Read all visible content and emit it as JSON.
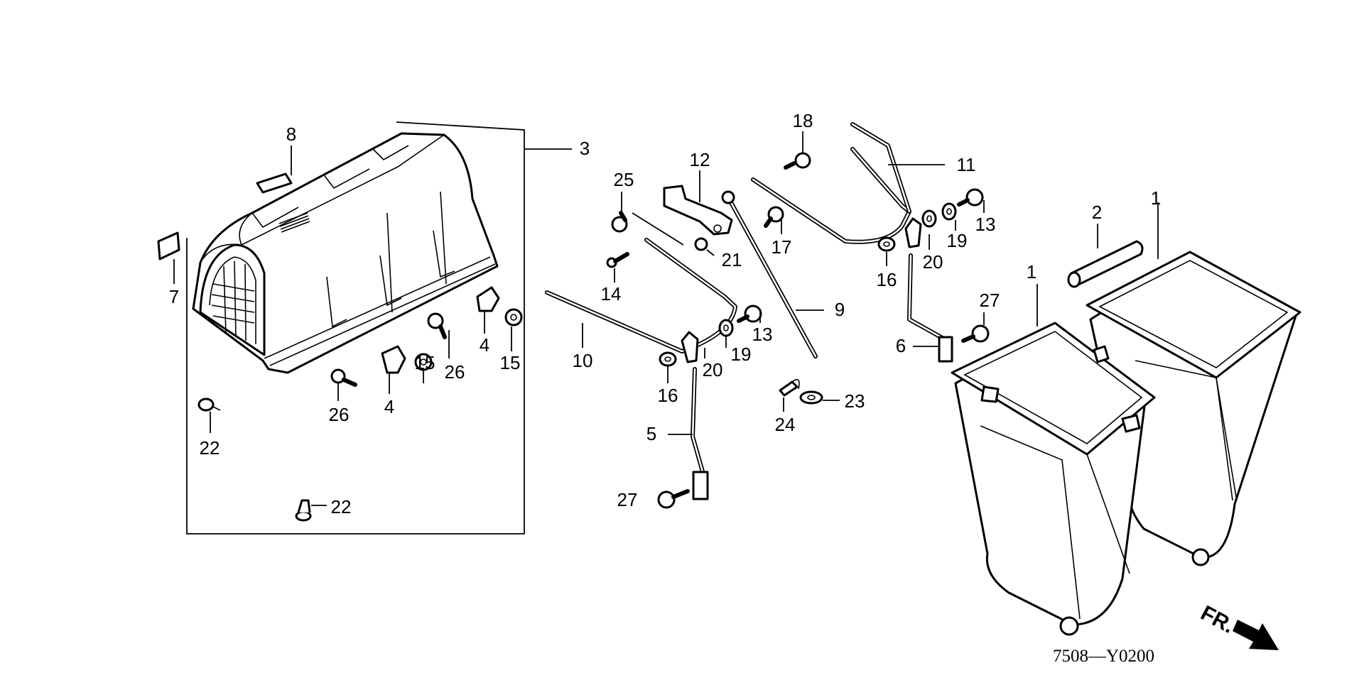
{
  "diagram": {
    "callouts": [
      {
        "id": "c1a",
        "text": "1"
      },
      {
        "id": "c1b",
        "text": "1"
      },
      {
        "id": "c2",
        "text": "2"
      },
      {
        "id": "c3",
        "text": "3"
      },
      {
        "id": "c4a",
        "text": "4"
      },
      {
        "id": "c4b",
        "text": "4"
      },
      {
        "id": "c5",
        "text": "5"
      },
      {
        "id": "c6",
        "text": "6"
      },
      {
        "id": "c7",
        "text": "7"
      },
      {
        "id": "c8",
        "text": "8"
      },
      {
        "id": "c9",
        "text": "9"
      },
      {
        "id": "c10",
        "text": "10"
      },
      {
        "id": "c11",
        "text": "11"
      },
      {
        "id": "c12",
        "text": "12"
      },
      {
        "id": "c13a",
        "text": "13"
      },
      {
        "id": "c13b",
        "text": "13"
      },
      {
        "id": "c14",
        "text": "14"
      },
      {
        "id": "c15a",
        "text": "15"
      },
      {
        "id": "c15b",
        "text": "15"
      },
      {
        "id": "c16a",
        "text": "16"
      },
      {
        "id": "c16b",
        "text": "16"
      },
      {
        "id": "c17",
        "text": "17"
      },
      {
        "id": "c18",
        "text": "18"
      },
      {
        "id": "c19a",
        "text": "19"
      },
      {
        "id": "c19b",
        "text": "19"
      },
      {
        "id": "c20a",
        "text": "20"
      },
      {
        "id": "c20b",
        "text": "20"
      },
      {
        "id": "c21",
        "text": "21"
      },
      {
        "id": "c22a",
        "text": "22"
      },
      {
        "id": "c22b",
        "text": "22"
      },
      {
        "id": "c23",
        "text": "23"
      },
      {
        "id": "c24",
        "text": "24"
      },
      {
        "id": "c25",
        "text": "25"
      },
      {
        "id": "c26a",
        "text": "26"
      },
      {
        "id": "c26b",
        "text": "26"
      },
      {
        "id": "c27a",
        "text": "27"
      },
      {
        "id": "c27b",
        "text": "27"
      }
    ],
    "drawing_code": "7508—Y0200",
    "front_marker": "FR."
  }
}
